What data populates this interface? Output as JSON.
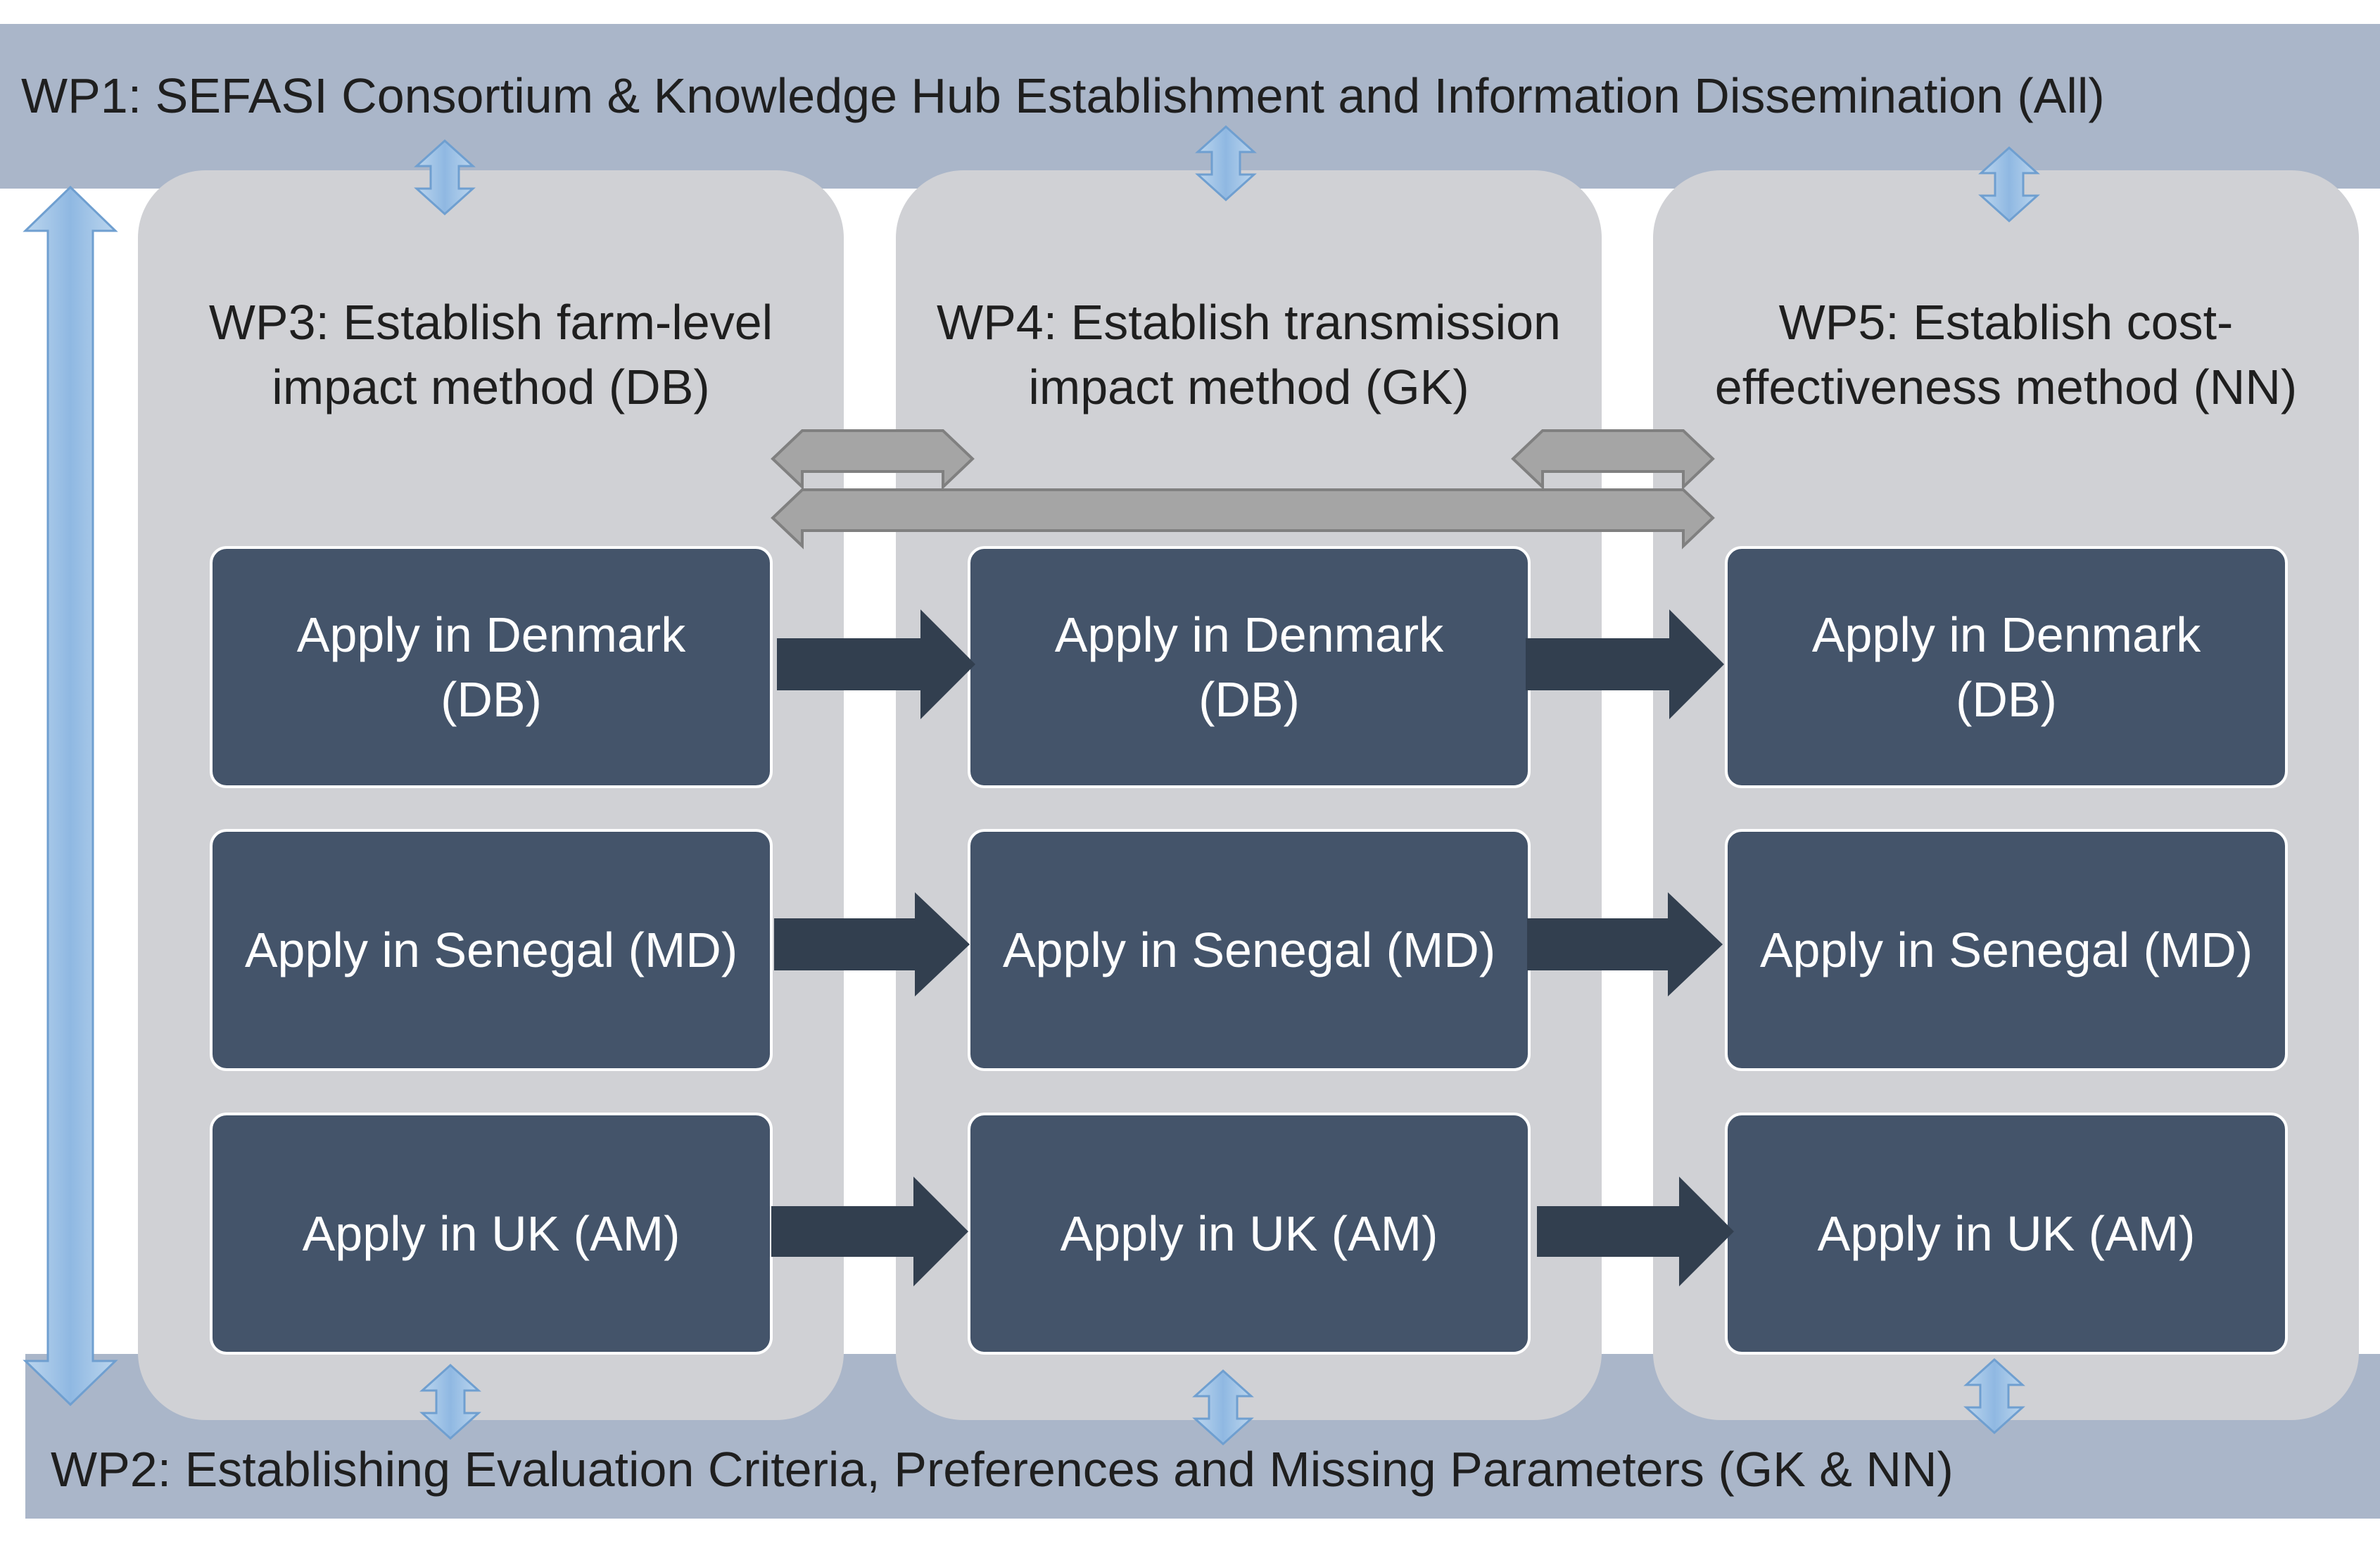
{
  "wp1": {
    "title": "WP1:  SEFASI Consortium & Knowledge Hub Establishment and Information Dissemination (All)"
  },
  "wp2": {
    "title": "WP2:  Establishing Evaluation Criteria, Preferences and Missing Parameters (GK & NN)"
  },
  "columns": [
    {
      "title_lines": [
        "WP3: Establish farm-level",
        "impact method (DB)"
      ],
      "tasks": [
        {
          "lines": [
            "Apply in Denmark",
            "(DB)"
          ]
        },
        {
          "lines": [
            "Apply in Senegal (MD)"
          ]
        },
        {
          "lines": [
            "Apply in UK (AM)"
          ]
        }
      ]
    },
    {
      "title_lines": [
        "WP4: Establish transmission",
        "impact method (GK)"
      ],
      "tasks": [
        {
          "lines": [
            "Apply in Denmark",
            "(DB)"
          ]
        },
        {
          "lines": [
            "Apply in Senegal (MD)"
          ]
        },
        {
          "lines": [
            "Apply in UK (AM)"
          ]
        }
      ]
    },
    {
      "title_lines": [
        "WP5: Establish cost-",
        "effectiveness method (NN)"
      ],
      "tasks": [
        {
          "lines": [
            "Apply in Denmark",
            "(DB)"
          ]
        },
        {
          "lines": [
            "Apply in Senegal (MD)"
          ]
        },
        {
          "lines": [
            "Apply in UK (AM)"
          ]
        }
      ]
    }
  ],
  "colors": {
    "band": "#aab6c9",
    "panel": "#d0d1d5",
    "task_box": "#44546a",
    "flow_arrow": "#323f4f",
    "link_arrow": "#a5a5a5",
    "blue_arrow": "#9dc3e6"
  }
}
